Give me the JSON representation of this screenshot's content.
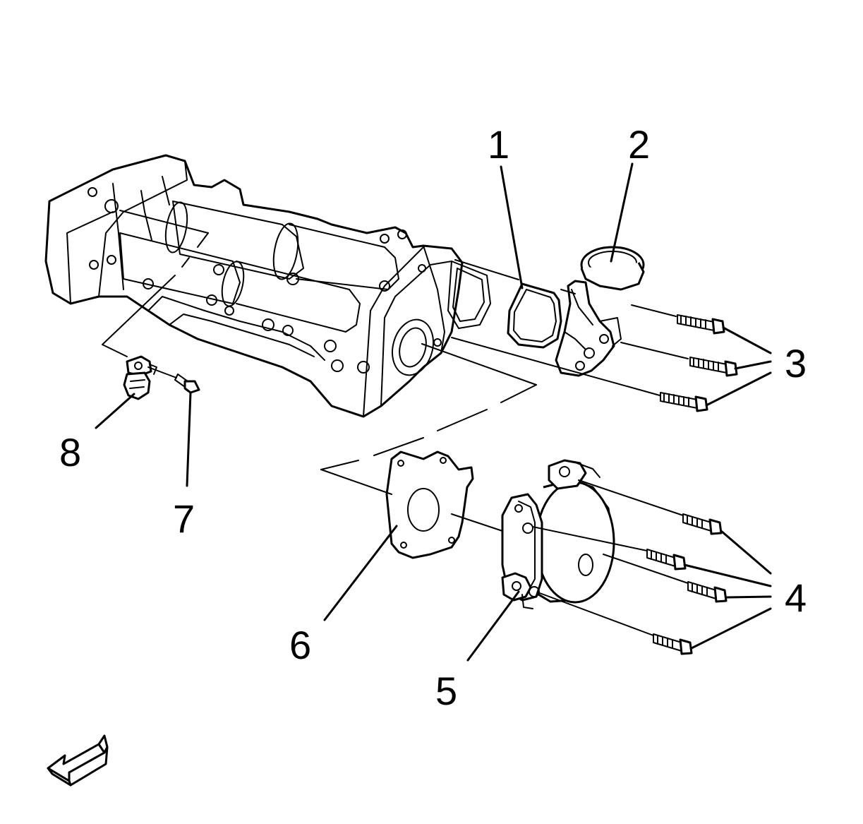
{
  "figure": {
    "type": "exploded-parts-diagram",
    "background_color": "#ffffff",
    "line_color": "#000000"
  },
  "callouts": [
    {
      "id": "1",
      "label": "1"
    },
    {
      "id": "2",
      "label": "2"
    },
    {
      "id": "3",
      "label": "3"
    },
    {
      "id": "4",
      "label": "4"
    },
    {
      "id": "5",
      "label": "5"
    },
    {
      "id": "6",
      "label": "6"
    },
    {
      "id": "7",
      "label": "7"
    },
    {
      "id": "8",
      "label": "8"
    }
  ],
  "direction_arrow": {
    "icon": "front-direction-arrow-icon"
  }
}
